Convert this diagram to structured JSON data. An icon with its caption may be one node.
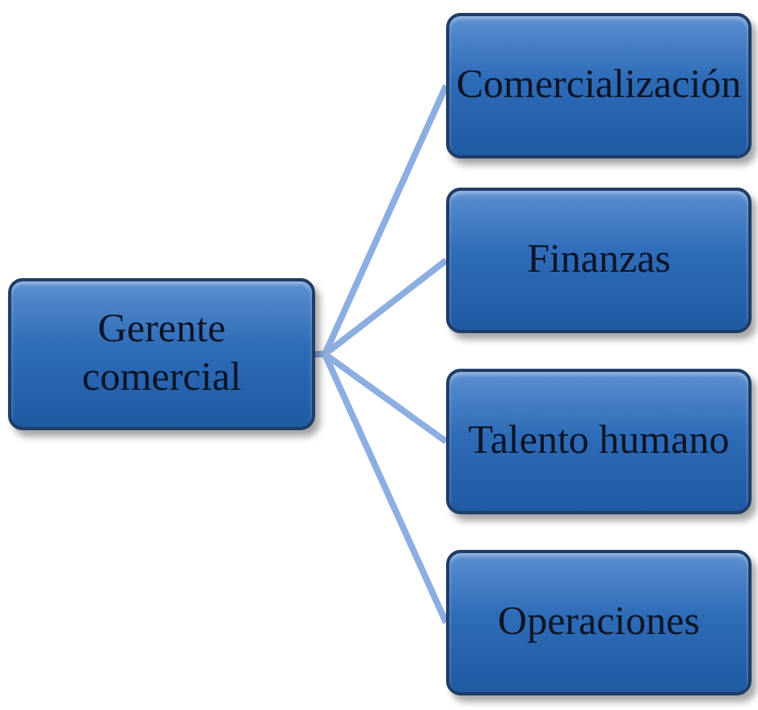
{
  "diagram": {
    "nodes": [
      {
        "text": [
          "Gerente comercial"
        ]
      },
      {
        "text": [
          "Comercialización"
        ]
      },
      {
        "text": [
          "Finanzas"
        ]
      },
      {
        "text": [
          "Talento humano"
        ]
      },
      {
        "text": [
          "Operaciones"
        ]
      }
    ],
    "edges": [
      {
        "from": 0,
        "to": 1,
        "arrow": "none"
      },
      {
        "from": 0,
        "to": 2,
        "arrow": "none"
      },
      {
        "from": 0,
        "to": 3,
        "arrow": "none"
      },
      {
        "from": 0,
        "to": 4,
        "arrow": "none"
      }
    ]
  }
}
